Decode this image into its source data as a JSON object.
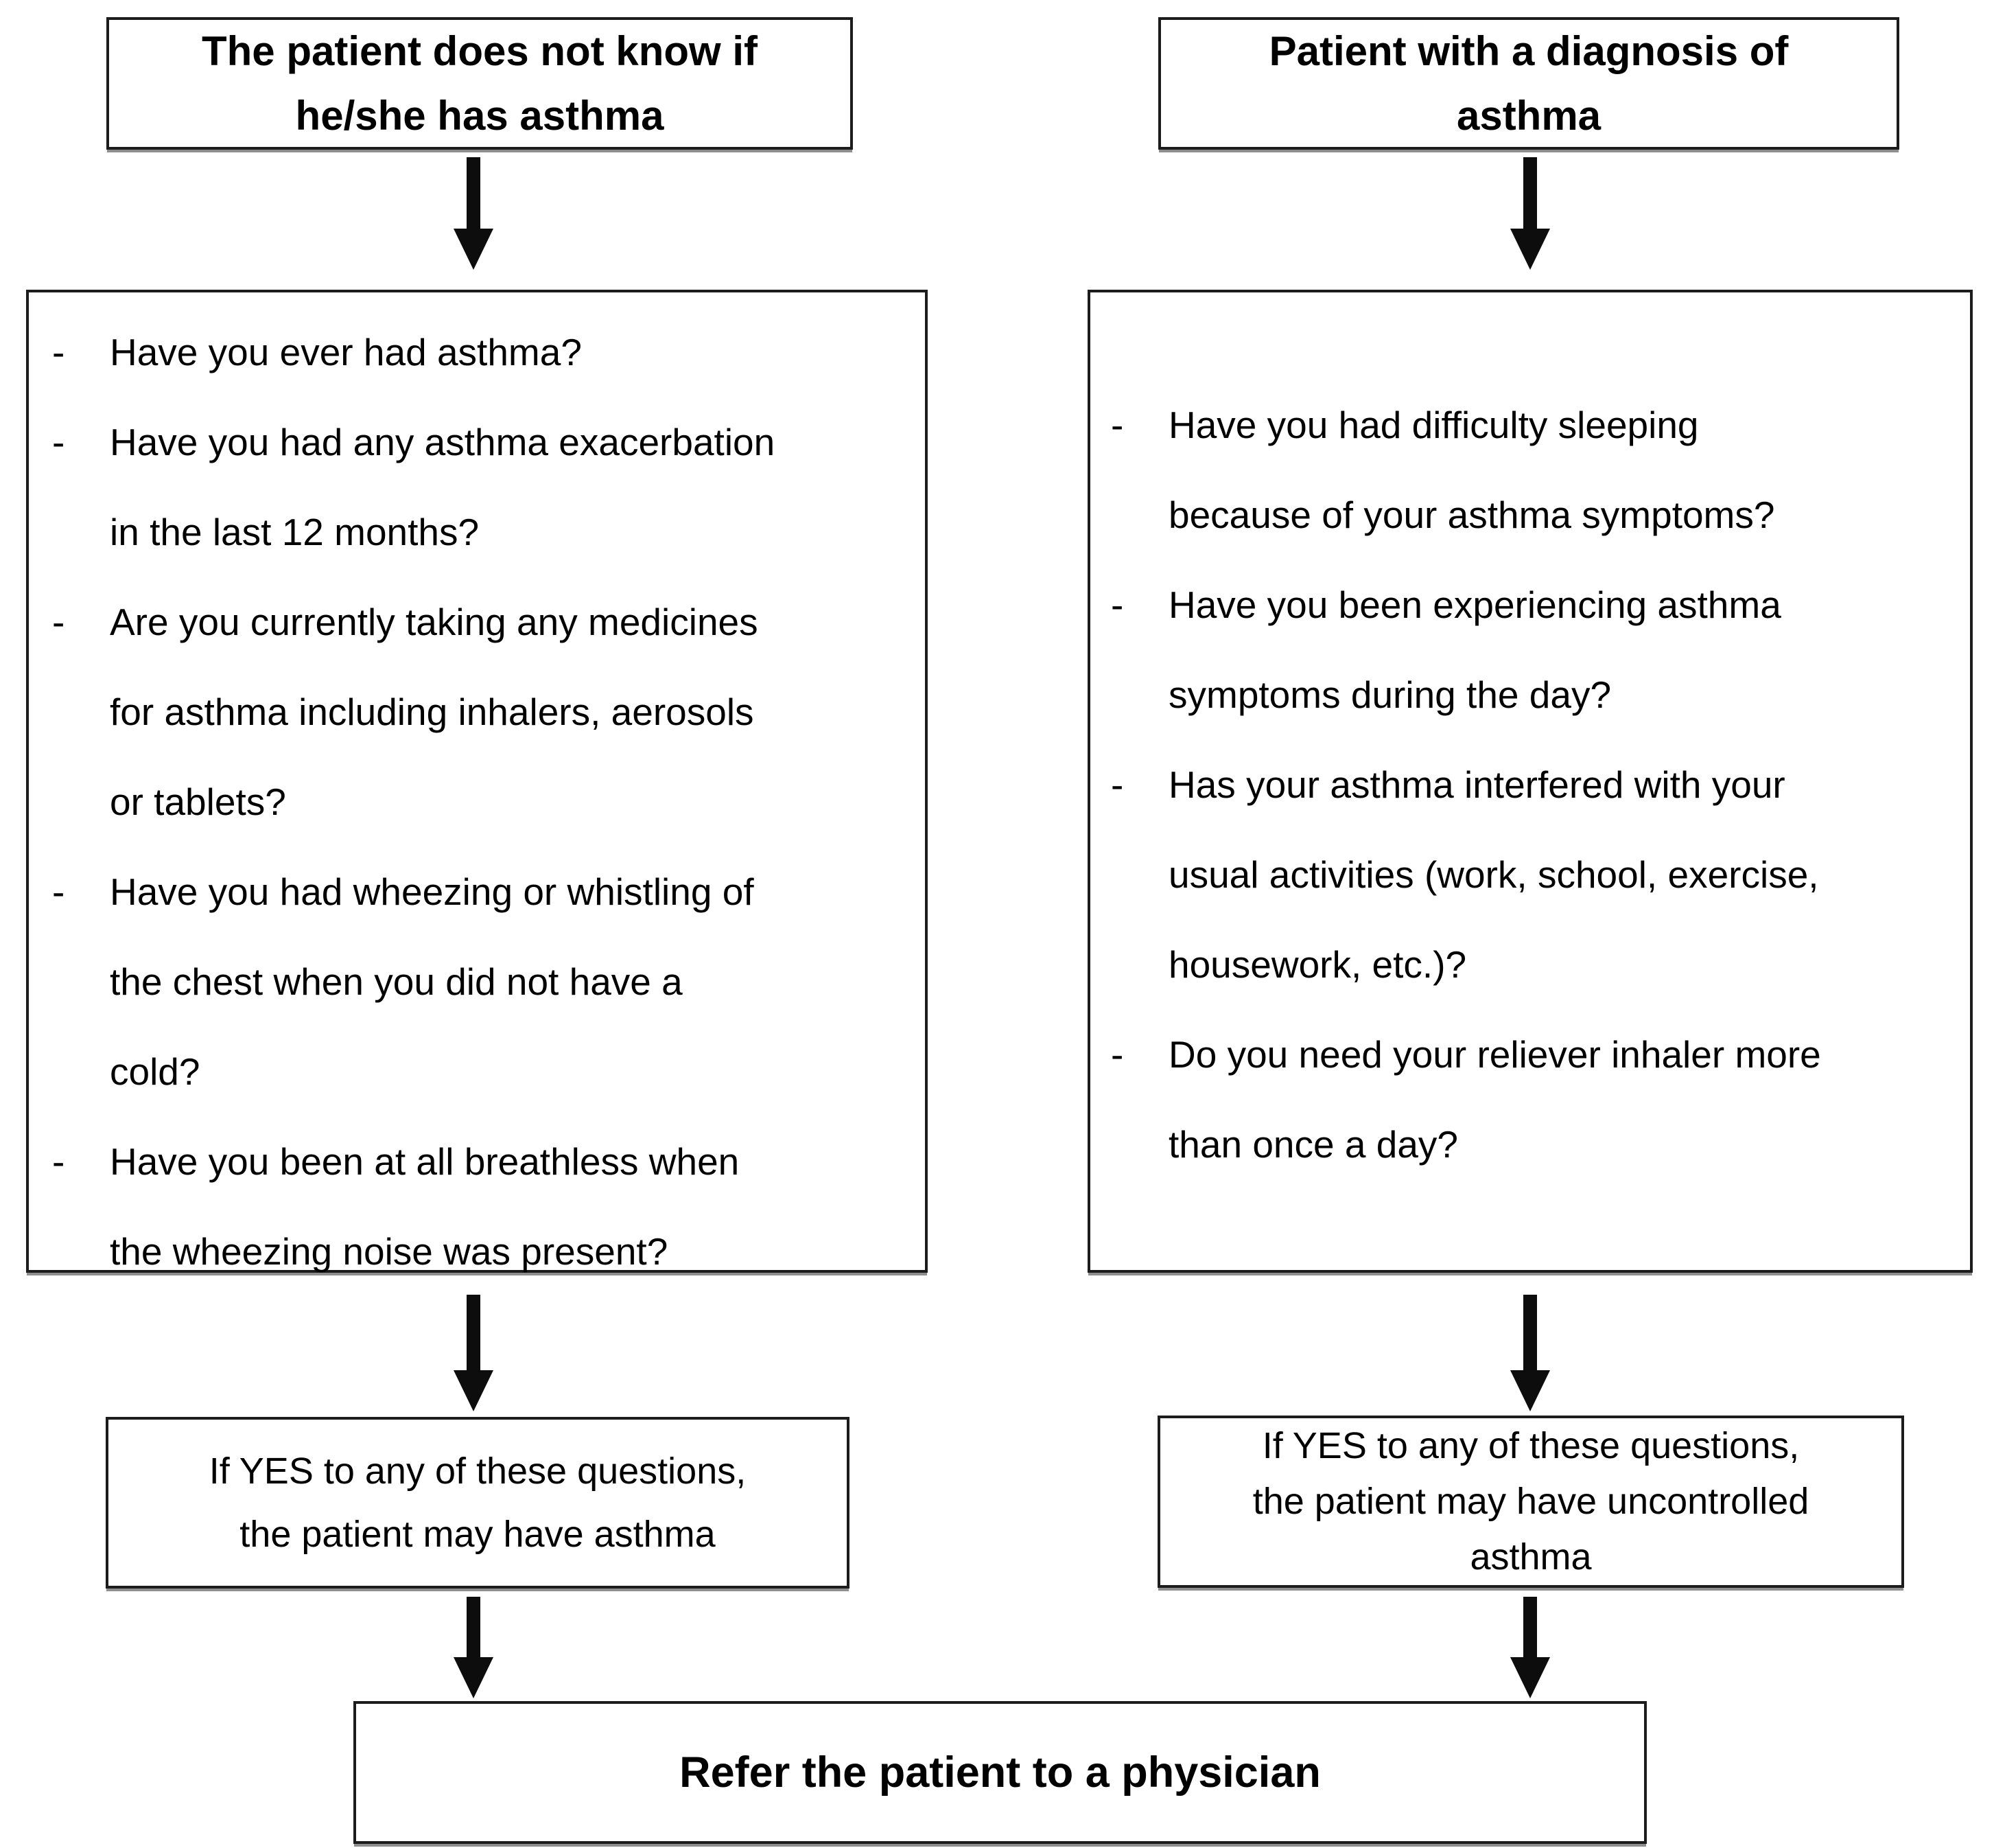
{
  "left_branch": {
    "header_lines": [
      "The patient does not know if",
      "he/she has asthma"
    ],
    "questions": [
      [
        "Have you ever had asthma?"
      ],
      [
        "Have you had any asthma exacerbation",
        "in the last 12 months?"
      ],
      [
        "Are you currently taking any medicines",
        "for asthma including inhalers, aerosols",
        "or tablets?"
      ],
      [
        "Have you had wheezing or whistling of",
        "the chest when you did not have a",
        "cold?"
      ],
      [
        "Have you been at all breathless when",
        "the wheezing noise was present?"
      ]
    ],
    "result_lines": [
      "If YES to any of these questions,",
      "the patient may have asthma"
    ]
  },
  "right_branch": {
    "header_lines": [
      "Patient with a diagnosis of",
      "asthma"
    ],
    "questions": [
      [
        "Have you had difficulty sleeping",
        "because of your asthma symptoms?"
      ],
      [
        "Have you been experiencing asthma",
        "symptoms during the day?"
      ],
      [
        "Has your asthma interfered with your",
        "usual activities (work, school, exercise,",
        "housework, etc.)?"
      ],
      [
        "Do you need your reliever inhaler more",
        "than once a day?"
      ]
    ],
    "result_lines": [
      "If YES to any of these questions,",
      "the patient may have uncontrolled",
      "asthma"
    ]
  },
  "final_box": {
    "label": "Refer the patient to a physician"
  },
  "list_marker": "-",
  "colors": {
    "text": "#000000",
    "border": "#1c1c1c",
    "border_shadow": "#8e8e8e",
    "arrow": "#0d0d0d",
    "background": "#ffffff"
  }
}
